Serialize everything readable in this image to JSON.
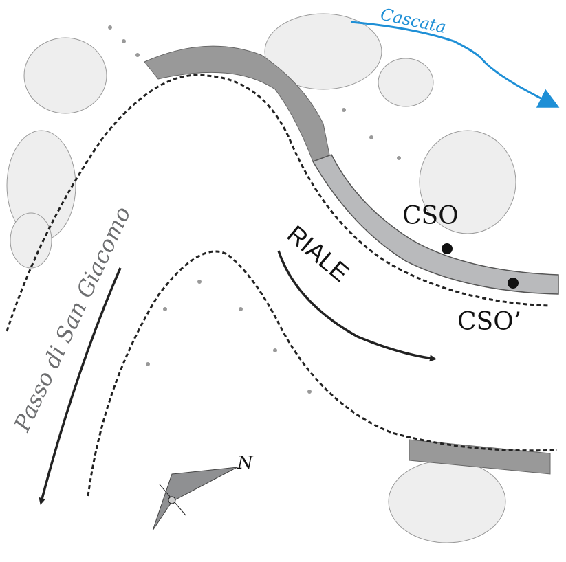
{
  "labels": {
    "waterfall": "Cascata",
    "cso": "CSO",
    "cso_prime": "CSO’",
    "stream": "RIALE",
    "road": "Passo di San Giacomo",
    "north": "N"
  },
  "colors": {
    "waterfall": "#1e8fd6",
    "channel": "#b9babc",
    "ink": "#222222",
    "road_label": "#6d6e70",
    "rock": "#8a8a8a"
  }
}
